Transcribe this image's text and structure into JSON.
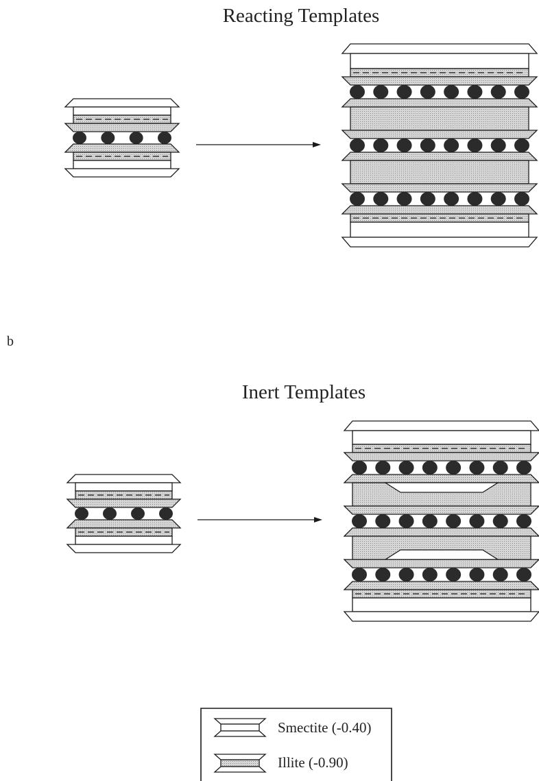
{
  "panel_a": {
    "title": "Reacting Templates"
  },
  "panel_b": {
    "label": "b",
    "title": "Inert Templates"
  },
  "legend": {
    "items": [
      {
        "type": "smectite",
        "label": "Smectite (-0.40)"
      },
      {
        "type": "illite",
        "label": "Illite (-0.90)"
      }
    ]
  },
  "colors": {
    "smectite_fill": "#ffffff",
    "illite_fill": "#d2d2d2",
    "interlayer_cation": "#2b2b2b",
    "line": "#1a1a1a"
  }
}
